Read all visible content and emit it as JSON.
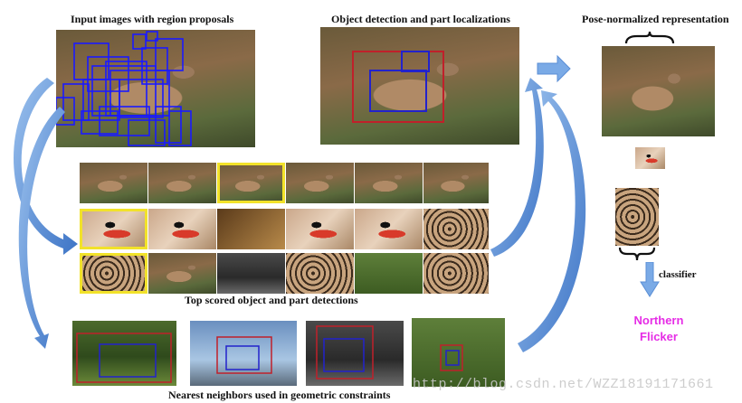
{
  "labels": {
    "input_title": "Input images with region proposals",
    "detect_title": "Object detection and part localizations",
    "pose_title": "Pose-normalized representation",
    "top_scored": "Top scored object and part detections",
    "neighbors": "Nearest neighbors used in geometric constraints",
    "classifier": "classifier",
    "result_line1": "Northern",
    "result_line2": "Flicker"
  },
  "watermark": "http://blog.csdn.net/WZZ18191171661",
  "colors": {
    "arrow": "#5b8fd6",
    "proposal_box": "#1a1aff",
    "object_box": "#c0202a",
    "part_box": "#2222cc",
    "highlight": "#f2e22a",
    "result": "#e62de6"
  }
}
